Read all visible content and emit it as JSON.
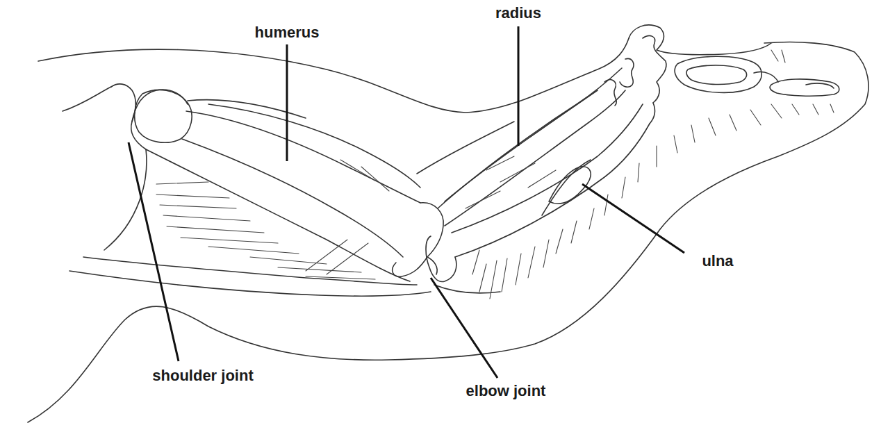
{
  "diagram": {
    "labels": [
      "humerus",
      "radius",
      "shoulder joint",
      "elbow joint",
      "ulna"
    ]
  }
}
